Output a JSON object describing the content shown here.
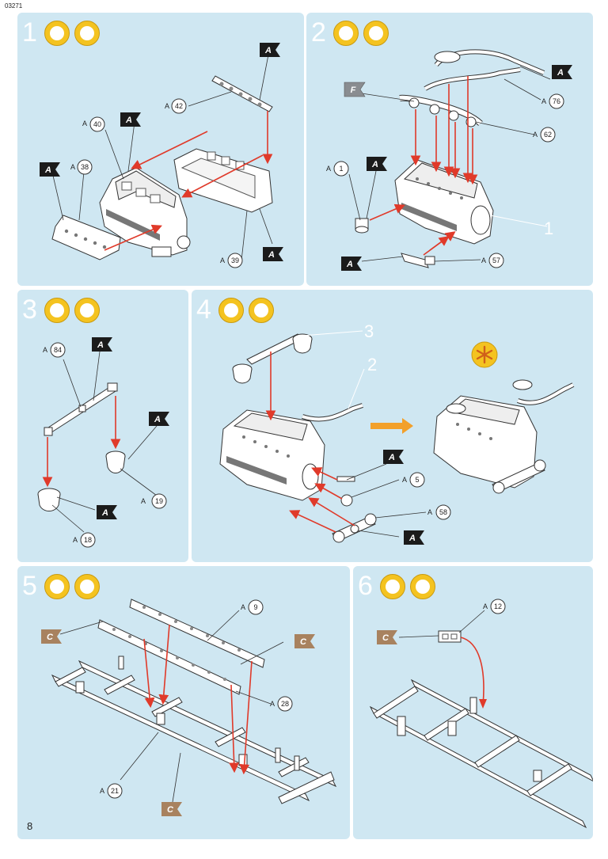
{
  "doc_code": "03271",
  "page_number": "8",
  "colors": {
    "panel": "#cfe7f2",
    "arrow": "#e03a2a",
    "flag_a": "#1b1b1b",
    "flag_c": "#a8825f",
    "flag_f": "#8a8d91",
    "badge": "#f4c320"
  },
  "flags": {
    "a": "A",
    "c": "C",
    "f": "F"
  },
  "steps": [
    {
      "number": "1",
      "parts": [
        {
          "label": "A",
          "num": "42"
        },
        {
          "label": "A",
          "num": "40"
        },
        {
          "label": "A",
          "num": "38"
        },
        {
          "label": "A",
          "num": "39"
        }
      ]
    },
    {
      "number": "2",
      "parts": [
        {
          "label": "A",
          "num": "76"
        },
        {
          "label": "A",
          "num": "62"
        },
        {
          "label": "A",
          "num": "1"
        },
        {
          "label": "A",
          "num": "57"
        }
      ],
      "ref": "1"
    },
    {
      "number": "3",
      "parts": [
        {
          "label": "A",
          "num": "84"
        },
        {
          "label": "A",
          "num": "19"
        },
        {
          "label": "A",
          "num": "18"
        }
      ]
    },
    {
      "number": "4",
      "parts": [
        {
          "label": "A",
          "num": "5"
        },
        {
          "label": "A",
          "num": "58"
        }
      ],
      "refs": [
        "3",
        "2"
      ]
    },
    {
      "number": "5",
      "parts": [
        {
          "label": "A",
          "num": "9"
        },
        {
          "label": "A",
          "num": "28"
        },
        {
          "label": "A",
          "num": "21"
        }
      ]
    },
    {
      "number": "6",
      "parts": [
        {
          "label": "A",
          "num": "12"
        }
      ]
    }
  ]
}
